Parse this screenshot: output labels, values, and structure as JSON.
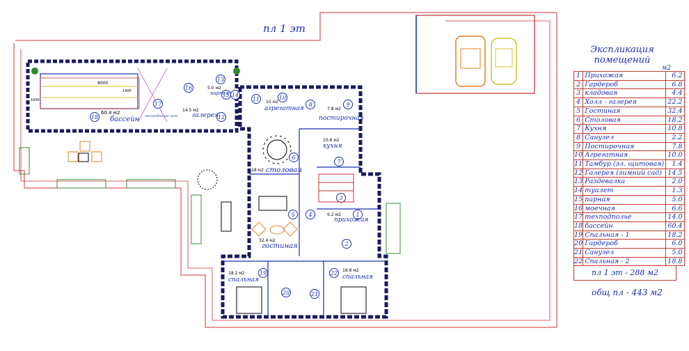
{
  "plan": {
    "floor_title": "пл 1 эт",
    "pool_label": "бассейн",
    "pool_area": "60.4 м2",
    "pool_dim_long": "8000",
    "pool_dim_short1": "1000",
    "pool_dim_short2": "1400",
    "tech_floor_label": "техподполье кот",
    "gallery_label": "галерея",
    "gallery_area": "14.5 м2",
    "sauna_label": "парная",
    "sauna_area": "5.0 м2",
    "generator_label": "агрегатная",
    "generator_area": "10 м2",
    "laundry_label": "постирочная",
    "laundry_area": "7.8 м2",
    "kitchen_label": "кухня",
    "kitchen_area": "10.8 м2",
    "dining_label": "столовая",
    "dining_area": "18 м2",
    "living_label": "гостиная",
    "living_area": "32.4 м2",
    "hall_label": "прихожая",
    "hall_area": "6.2 м2",
    "bedroom1_label": "спальная",
    "bedroom1_area": "18.2 м2",
    "bedroom2_label": "спальная",
    "bedroom2_area": "18.8 м2",
    "room_numbers": [
      "1",
      "2",
      "3",
      "4",
      "5",
      "6",
      "7",
      "8",
      "9",
      "10",
      "11",
      "12",
      "13",
      "14",
      "15",
      "16",
      "17",
      "18",
      "19",
      "20",
      "21",
      "22"
    ]
  },
  "legend": {
    "title": "Экспликация помещений",
    "unit": "м2",
    "rows": [
      {
        "n": "1",
        "name": "Прихожая",
        "area": "6.2"
      },
      {
        "n": "2",
        "name": "Гардероб",
        "area": "6.8"
      },
      {
        "n": "3",
        "name": "кладовая",
        "area": "4.4"
      },
      {
        "n": "4",
        "name": "Холл - галерея",
        "area": "22.2"
      },
      {
        "n": "5",
        "name": "Гостиная",
        "area": "32.4"
      },
      {
        "n": "6",
        "name": "Столовая",
        "area": "18.2"
      },
      {
        "n": "7",
        "name": "Кухня",
        "area": "10.8"
      },
      {
        "n": "8",
        "name": "Санузел",
        "area": "2.2"
      },
      {
        "n": "9",
        "name": "Постирочная",
        "area": "7.8"
      },
      {
        "n": "10",
        "name": "Агрегатная",
        "area": "10.0"
      },
      {
        "n": "11",
        "name": "Тамбур (эл. щитовая)",
        "area": "1.4"
      },
      {
        "n": "12",
        "name": "Галерея (зимний сад)",
        "area": "14.5"
      },
      {
        "n": "13",
        "name": "Раздевалка",
        "area": "2.0"
      },
      {
        "n": "14",
        "name": "туалет",
        "area": "1.3"
      },
      {
        "n": "15",
        "name": "парная",
        "area": "5.0"
      },
      {
        "n": "16",
        "name": "моечная",
        "area": "6.6"
      },
      {
        "n": "17",
        "name": "техподполье",
        "area": "14.0"
      },
      {
        "n": "18",
        "name": "бассейн",
        "area": "60.4"
      },
      {
        "n": "19",
        "name": "Спальная - 1",
        "area": "18.2"
      },
      {
        "n": "20",
        "name": "Гардероб",
        "area": "6.0"
      },
      {
        "n": "21",
        "name": "Санузел",
        "area": "5.0"
      },
      {
        "n": "22",
        "name": "Спальная - 2",
        "area": "18.8"
      }
    ],
    "floor_total": "пл 1 эт - 288 м2",
    "grand_total": "общ пл - 443 м2"
  }
}
